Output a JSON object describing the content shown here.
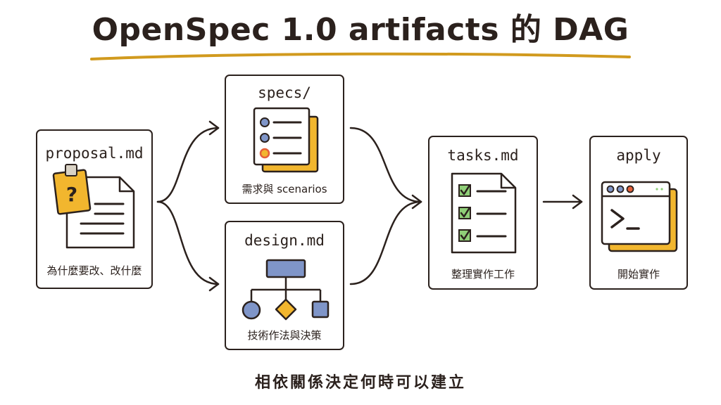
{
  "title": "OpenSpec 1.0 artifacts 的 DAG",
  "nodes": {
    "proposal": {
      "label": "proposal.md",
      "caption": "為什麼要改、改什麼",
      "icon": "document-with-question-note-icon"
    },
    "specs": {
      "label": "specs/",
      "caption": "需求與 scenarios",
      "icon": "spec-list-document-icon"
    },
    "design": {
      "label": "design.md",
      "caption": "技術作法與決策",
      "icon": "architecture-flowchart-icon"
    },
    "tasks": {
      "label": "tasks.md",
      "caption": "整理實作工作",
      "icon": "checklist-document-icon"
    },
    "apply": {
      "label": "apply",
      "caption": "開始實作",
      "icon": "terminal-window-icon"
    }
  },
  "footer": "相依關係決定何時可以建立",
  "colors": {
    "ink": "#2b211d",
    "accent_yellow": "#f2b62e",
    "accent_blue": "#7f95c8",
    "accent_green": "#8fcf78",
    "accent_red": "#e5603a",
    "underline": "#d19a1e"
  }
}
